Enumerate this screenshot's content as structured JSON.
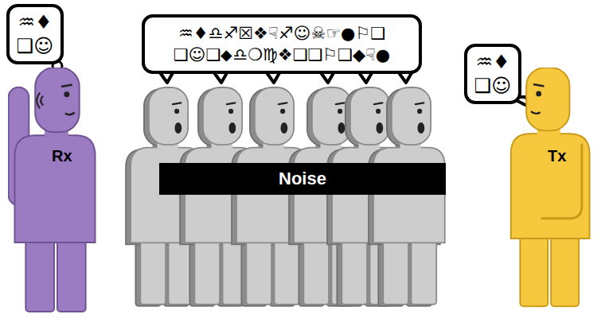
{
  "diagram": {
    "nodes": [
      {
        "text": [
          "♒♦ ❑☺"
        ]
      },
      {
        "text": [
          "Rx"
        ]
      },
      {
        "text": [
          "♒♦♎♐☒❖☟♐☺☠☞●⚐❑ ❑☺❑⬥♎❍♍❖❑❑⚐❑◆☟●"
        ]
      },
      {
        "text": [
          "Noise"
        ]
      },
      {
        "text": [
          "♒♦ ❑☺"
        ]
      },
      {
        "text": [
          "Tx"
        ]
      }
    ]
  }
}
